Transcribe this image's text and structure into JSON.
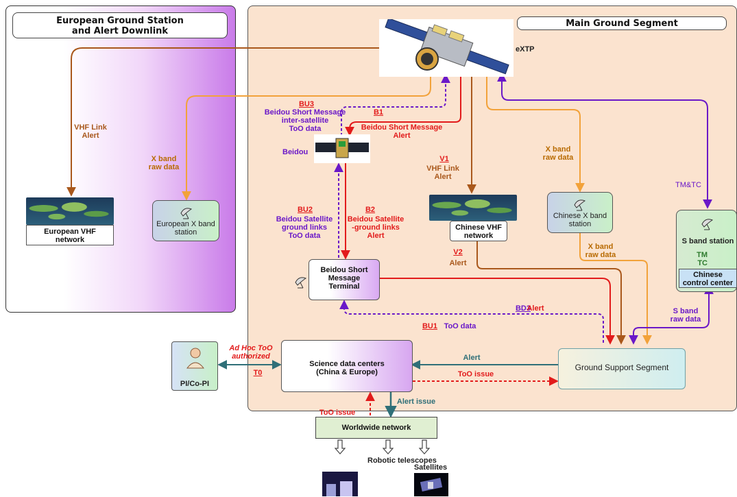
{
  "regions": {
    "european_title": "European Ground Station\nand Alert Downlink",
    "main_title": "Main Ground Segment"
  },
  "spacecraft": {
    "name": "eXTP"
  },
  "beidou": {
    "name": "Beidou"
  },
  "nodes": {
    "european_vhf": "European VHF\nnetwork",
    "european_xband": "European X band\nstation",
    "chinese_vhf": "Chinese VHF\nnetwork",
    "chinese_xband": "Chinese X band\nstation",
    "s_band_station": "S band station",
    "chinese_control": "Chinese\ncontrol center",
    "beidou_terminal": "Beidou Short\nMessage\nTerminal",
    "science_centers": "Science data centers\n(China & Europe)",
    "ground_support": "Ground Support Segment",
    "pi": "PI/Co-PI",
    "worldwide": "Worldwide network",
    "robotic": "Robotic\ntelescopes",
    "satellites": "Satellites"
  },
  "links": {
    "vhf_link_alert": "VHF Link\nAlert",
    "x_band_raw_left": "X band\nraw data",
    "bu3_code": "BU3",
    "bu3_text": "Beidou Short Message\ninter-satellite\nToO data",
    "b1_code": "B1",
    "b1_text": "Beidou Short Message\nAlert",
    "v1_code": "V1",
    "v1_text": "VHF Link\nAlert",
    "x_band_raw_mid": "X band\nraw data",
    "tm_tc_top": "TM&TC",
    "bu2_code": "BU2",
    "bu2_text": "Beidou Satellite\nground links\nToO data",
    "b2_code": "B2",
    "b2_text": "Beidou Satellite\n-ground links\nAlert",
    "v2_code": "V2",
    "v2_text": "Alert",
    "x_band_raw_right": "X band\nraw data",
    "tm": "TM",
    "tc": "TC",
    "bd3_code": "BD3",
    "bd3_text": "Alert",
    "s_band_raw": "S band\nraw data",
    "bu1_code": "BU1",
    "bu1_text": "ToO data",
    "adhoc": "Ad Hoc ToO\nauthorized",
    "t0_code": "T0",
    "alert_to_sci": "Alert",
    "too_issue_right": "ToO issue",
    "alert_issue": "Alert issue",
    "too_issue_bottom": "ToO issue"
  },
  "colors": {
    "purple": "#6a18c8",
    "red": "#e21b1b",
    "brown": "#a9581c",
    "orange": "#f2a23a",
    "teal": "#2f6f78",
    "region_left_end": "#c97be9",
    "region_main_bg": "#fbe3cf"
  }
}
